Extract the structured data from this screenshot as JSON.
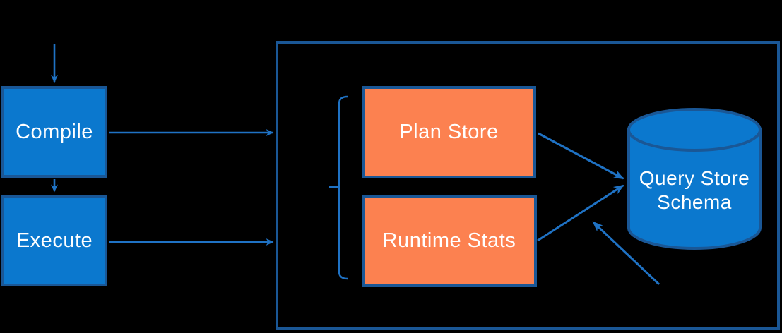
{
  "diagram": {
    "description": "Query Store architecture flow diagram",
    "background": "#000000",
    "colors": {
      "node_fill_blue": "#0B78CE",
      "node_fill_orange": "#FC8150",
      "node_border": "#1A5796",
      "arrow": "#1F72C4",
      "label_text": "#FFFFFF"
    },
    "nodes": {
      "compile": {
        "label": "Compile",
        "shape": "rectangle",
        "fill": "#0B78CE"
      },
      "execute": {
        "label": "Execute",
        "shape": "rectangle",
        "fill": "#0B78CE"
      },
      "plan_store": {
        "label": "Plan Store",
        "shape": "rectangle",
        "fill": "#FC8150"
      },
      "runtime_stats": {
        "label": "Runtime Stats",
        "shape": "rectangle",
        "fill": "#FC8150"
      },
      "query_store_schema": {
        "label_line1": "Query Store",
        "label_line2": "Schema",
        "shape": "cylinder",
        "fill": "#0B78CE"
      },
      "group_container": {
        "label": "",
        "shape": "rectangle-outline"
      }
    },
    "edges": [
      {
        "from": "top-external",
        "to": "compile",
        "style": "arrow"
      },
      {
        "from": "compile",
        "to": "execute",
        "style": "arrow"
      },
      {
        "from": "compile",
        "to": "group_container",
        "style": "arrow"
      },
      {
        "from": "execute",
        "to": "group_container",
        "style": "arrow"
      },
      {
        "from": "plan_store",
        "to": "query_store_schema",
        "style": "arrow"
      },
      {
        "from": "runtime_stats",
        "to": "query_store_schema",
        "style": "arrow"
      },
      {
        "from": "bottom-right-external",
        "to": "query_store_schema",
        "style": "arrow"
      },
      {
        "from": "bracket",
        "to": "plan_store-and-runtime_stats",
        "style": "bracket"
      }
    ]
  }
}
